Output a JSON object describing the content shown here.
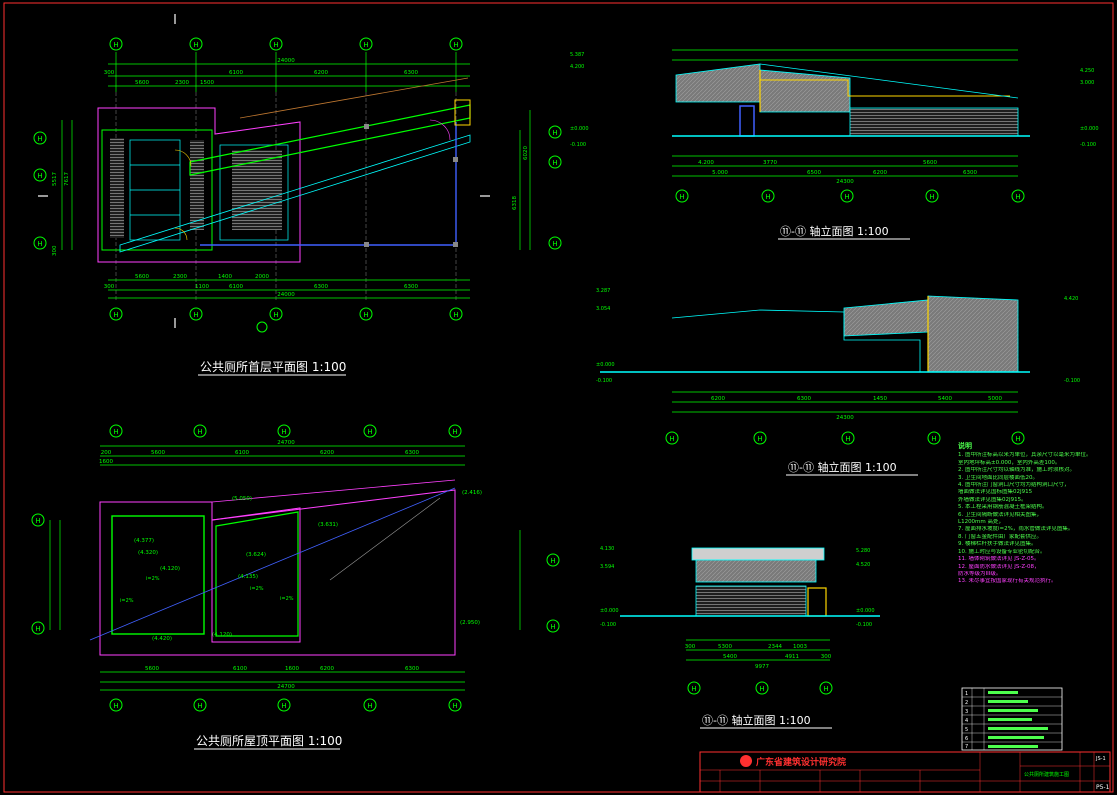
{
  "drawing": {
    "titles": {
      "ground_plan": "公共厕所首层平面图 1:100",
      "roof_plan": "公共厕所屋顶平面图 1:100",
      "elev_a": "⑪-⑪ 轴立面图 1:100",
      "elev_b": "⑪-⑪ 轴立面图 1:100",
      "elev_c": "⑪-⑪ 轴立面图 1:100"
    },
    "axis_bubble": "H",
    "dims_ground_top": [
      "300",
      "5600",
      "2300",
      "1500",
      "6100",
      "6200",
      "6300"
    ],
    "dims_ground_total": "24000",
    "dims_ground_bottom": [
      "300",
      "5600",
      "2300",
      "1100",
      "1400",
      "2000",
      "6100",
      "6300",
      "6300"
    ],
    "dims_ground_left": [
      "5517",
      "7617",
      "300"
    ],
    "dims_ground_right": [
      "6318",
      "6020"
    ],
    "dims_roof_top": [
      "200",
      "5600",
      "6100",
      "6200",
      "6300",
      "1600"
    ],
    "dims_roof_total": "24700",
    "dims_roof_bottom": [
      "5600",
      "6100",
      "1600",
      "6200",
      "6300"
    ],
    "roof_levels": [
      "(5.050)",
      "(4.377)",
      "(4.320)",
      "(4.120)",
      "(3.624)",
      "(4.135)",
      "(4.120)",
      "(4.420)",
      "(3.631)",
      "(2.950)",
      "(2.416)"
    ],
    "roof_slopes": [
      "i=2%",
      "i=2%",
      "i=2%",
      "i=2%"
    ],
    "elev_a_levels": [
      "5.387",
      "4.200",
      "±0.000",
      "-0.100",
      "4.250",
      "3.000",
      "±0.000",
      "-0.100"
    ],
    "elev_a_dims": [
      "4.200",
      "5.000",
      "3770",
      "6500",
      "6200",
      "6300",
      "5600"
    ],
    "elev_a_total": "24300",
    "elev_b_levels": [
      "3.287",
      "3.054",
      "±0.000",
      "-0.100",
      "4.420",
      "-0.100"
    ],
    "elev_b_dims": [
      "6200",
      "6300",
      "1450",
      "5400",
      "5000"
    ],
    "elev_b_total": "24300",
    "elev_c_levels": [
      "4.130",
      "3.594",
      "±0.000",
      "-0.100",
      "5.280",
      "4.520",
      "±0.000",
      "-0.100"
    ],
    "elev_c_dims": [
      "5300",
      "2344",
      "1003",
      "300",
      "5400",
      "4911",
      "300"
    ],
    "elev_c_total": "9977",
    "notes_title": "说明",
    "notes": [
      "1. 图中所注标高以米为单位，其余尺寸以毫米为单位。",
      "   室内地坪标高±0.000，室内外高差100。",
      "2. 图中所注尺寸均以轴线为准，施工时须核对。",
      "3. 卫生间地面比同层楼面低20。",
      "4. 图中所注门窗洞口尺寸均为结构洞口尺寸，",
      "   墙面做法详见国标图集02J915",
      "   外墙做法详见图集02J915。",
      "5. 本工程采用钢筋混凝土框架结构。",
      "6. 卫生间隔断做法详见相关图集，",
      "   L1200mm 高处，",
      "7. 屋面排水坡度i=2%，雨水管做法详见图集。",
      "8. 门窗五金配件由厂家配套供应。",
      "9. 楼梯栏杆扶手做法详见图集。",
      "10. 施工时应与设备专业密切配合。",
      "11. 墙体砌筑做法详见 JS-Z-05。",
      "12. 屋面防水做法详见 JS-Z-08，",
      "    防水等级为III级。",
      "13. 未尽事宜按国家现行有关规范执行。"
    ],
    "legend_rows": [
      "1",
      "2",
      "3",
      "4",
      "5",
      "6",
      "7"
    ],
    "title_block": {
      "company": "广东省建筑设计研究院",
      "project": "公共厕所建筑施工图",
      "drawing_no": "JS-1",
      "sheet": "P5-1"
    }
  }
}
